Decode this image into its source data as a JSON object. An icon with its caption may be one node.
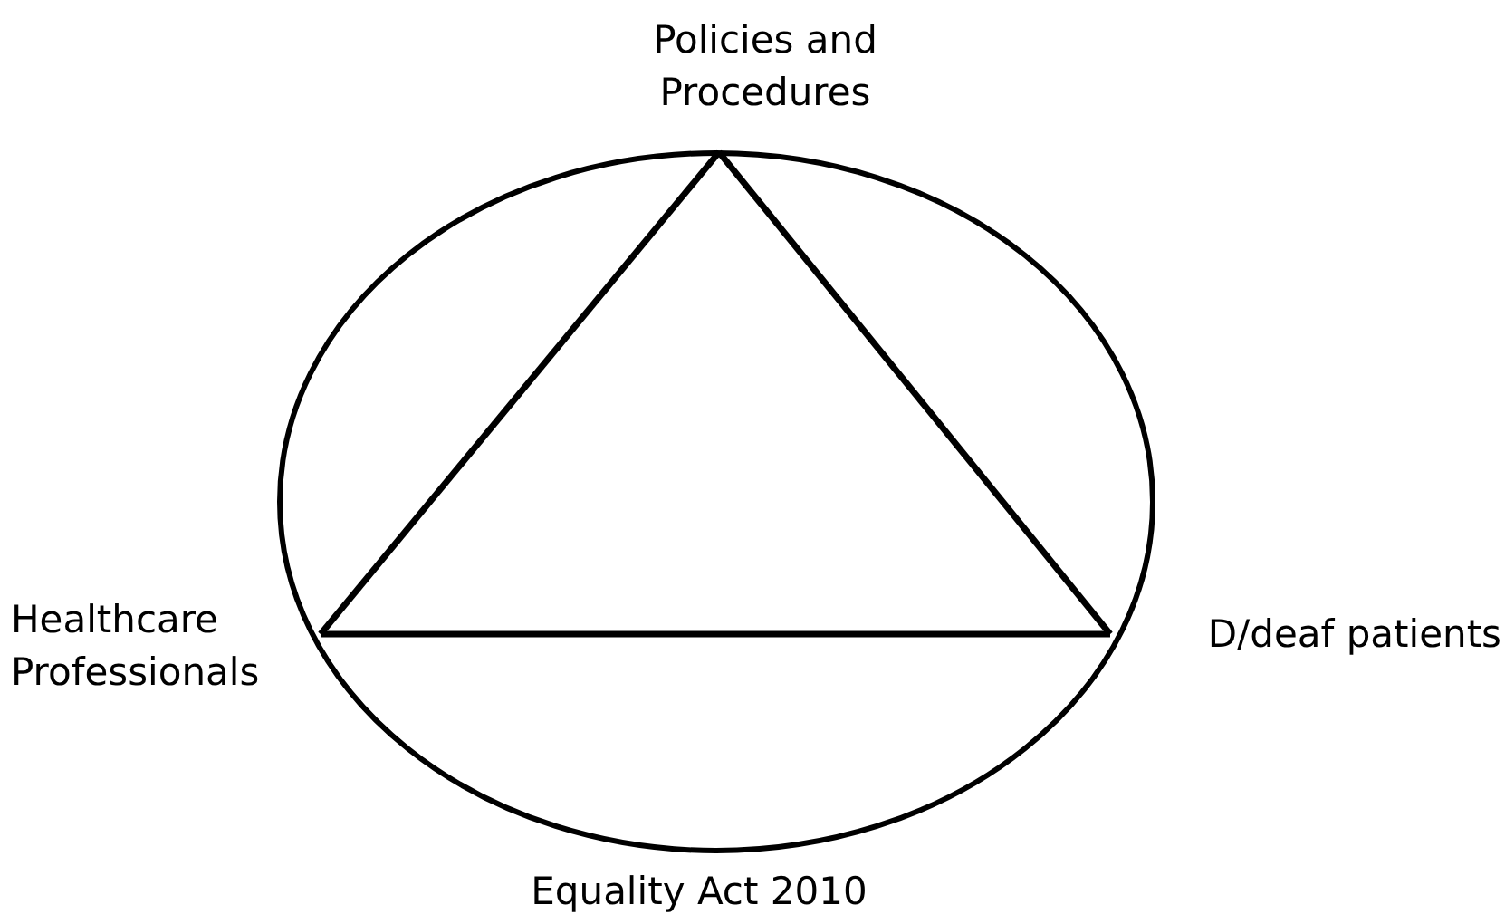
{
  "diagram": {
    "nodes": [
      {
        "text": [
          "Equality Act 2010"
        ]
      },
      {
        "text": [
          "Policies and Procedures"
        ]
      },
      {
        "text": [
          "Healthcare Professionals"
        ]
      },
      {
        "text": [
          "D/deaf patients"
        ]
      }
    ],
    "edges": [
      {
        "from": 1,
        "to": 2,
        "arrow": "none"
      },
      {
        "from": 1,
        "to": 3,
        "arrow": "none"
      },
      {
        "from": 2,
        "to": 3,
        "arrow": "none"
      }
    ]
  }
}
